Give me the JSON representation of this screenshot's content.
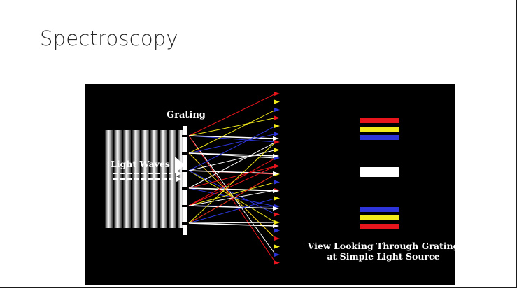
{
  "slide": {
    "title": "Spectroscopy"
  },
  "figure": {
    "grating_label": "Grating",
    "light_waves_label": "Light Waves",
    "view_caption": "View Looking Through Grating at Simple Light Source"
  },
  "colors": {
    "background": "#ffffff",
    "figure_background": "#000000",
    "red": "#e8151c",
    "yellow": "#f2ea1a",
    "blue": "#2d35d8",
    "white": "#ffffff"
  },
  "spectrum": {
    "top_band_order": [
      "red",
      "yellow",
      "blue"
    ],
    "center_band": "white",
    "bottom_band_order": [
      "blue",
      "yellow",
      "red"
    ]
  }
}
